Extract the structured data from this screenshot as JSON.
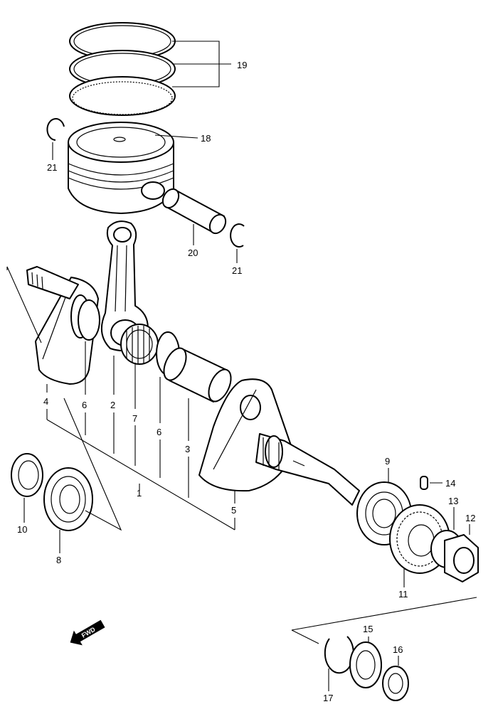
{
  "callouts": {
    "c1": "1",
    "c2": "2",
    "c3": "3",
    "c4": "4",
    "c5": "5",
    "c6a": "6",
    "c6b": "6",
    "c7": "7",
    "c8": "8",
    "c9": "9",
    "c10": "10",
    "c11": "11",
    "c12": "12",
    "c13": "13",
    "c14": "14",
    "c15": "15",
    "c16": "16",
    "c17": "17",
    "c18": "18",
    "c19": "19",
    "c20": "20",
    "c21a": "21",
    "c21b": "21"
  },
  "fwd_arrow_label": "FWD",
  "colors": {
    "ink": "#000000",
    "paper": "#ffffff"
  }
}
